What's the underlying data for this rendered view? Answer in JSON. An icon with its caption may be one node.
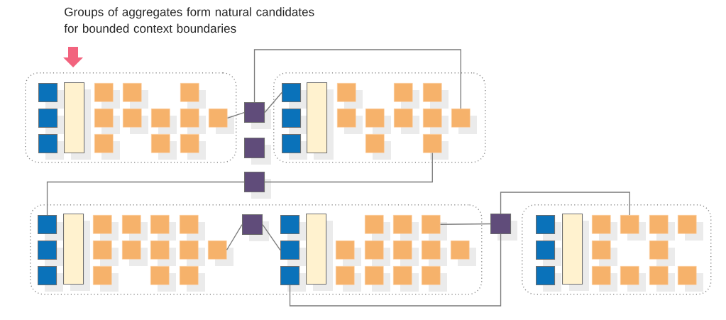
{
  "diagram": {
    "title": "Groups of aggregates form natural candidates for bounded context boundaries",
    "nodes": [
      {
        "text": [],
        "shape": "box"
      },
      {
        "text": [],
        "shape": "box",
        "in": 0
      },
      {
        "text": [],
        "shape": "box",
        "in": 0
      },
      {
        "text": [],
        "shape": "box",
        "in": 0
      },
      {
        "text": [],
        "shape": "box",
        "in": 0
      },
      {
        "text": [],
        "shape": "box",
        "in": 0
      },
      {
        "text": [],
        "shape": "box",
        "in": 0
      },
      {
        "text": [],
        "shape": "box",
        "in": 0
      },
      {
        "text": [],
        "shape": "box",
        "in": 0
      },
      {
        "text": [],
        "shape": "box",
        "in": 0
      },
      {
        "text": [],
        "shape": "box",
        "in": 0
      },
      {
        "text": [],
        "shape": "box",
        "in": 0
      },
      {
        "text": [],
        "shape": "box",
        "in": 0
      },
      {
        "text": [],
        "shape": "box",
        "in": 0
      },
      {
        "text": [],
        "shape": "box",
        "in": 0
      },
      {
        "text": [],
        "shape": "box",
        "in": 0
      },
      {
        "text": [],
        "shape": "box"
      },
      {
        "text": [],
        "shape": "box",
        "in": 16
      },
      {
        "text": [],
        "shape": "box",
        "in": 16
      },
      {
        "text": [],
        "shape": "box",
        "in": 16
      },
      {
        "text": [],
        "shape": "box",
        "in": 16
      },
      {
        "text": [],
        "shape": "box",
        "in": 16
      },
      {
        "text": [],
        "shape": "box",
        "in": 16
      },
      {
        "text": [],
        "shape": "box",
        "in": 16
      },
      {
        "text": [],
        "shape": "box",
        "in": 16
      },
      {
        "text": [],
        "shape": "box",
        "in": 16
      },
      {
        "text": [],
        "shape": "box",
        "in": 16
      },
      {
        "text": [],
        "shape": "box",
        "in": 16
      },
      {
        "text": [],
        "shape": "box",
        "in": 16
      },
      {
        "text": [],
        "shape": "box",
        "in": 16
      },
      {
        "text": [],
        "shape": "box",
        "in": 16
      },
      {
        "text": [],
        "shape": "box"
      },
      {
        "text": [],
        "shape": "box"
      },
      {
        "text": [],
        "shape": "box"
      },
      {
        "text": [],
        "shape": "box"
      },
      {
        "text": [],
        "shape": "box",
        "in": 34
      },
      {
        "text": [],
        "shape": "box",
        "in": 34
      },
      {
        "text": [],
        "shape": "box",
        "in": 34
      },
      {
        "text": [],
        "shape": "box",
        "in": 34
      },
      {
        "text": [],
        "shape": "box",
        "in": 34
      },
      {
        "text": [],
        "shape": "box",
        "in": 34
      },
      {
        "text": [],
        "shape": "box",
        "in": 34
      },
      {
        "text": [],
        "shape": "box",
        "in": 34
      },
      {
        "text": [],
        "shape": "box",
        "in": 34
      },
      {
        "text": [],
        "shape": "box",
        "in": 34
      },
      {
        "text": [],
        "shape": "box",
        "in": 34
      },
      {
        "text": [],
        "shape": "box",
        "in": 34
      },
      {
        "text": [],
        "shape": "box",
        "in": 34
      },
      {
        "text": [],
        "shape": "box",
        "in": 34
      },
      {
        "text": [],
        "shape": "box",
        "in": 34
      },
      {
        "text": [],
        "shape": "box",
        "in": 34
      },
      {
        "text": [],
        "shape": "box",
        "in": 34
      },
      {
        "text": [],
        "shape": "box",
        "in": 34
      },
      {
        "text": [],
        "shape": "box",
        "in": 34
      },
      {
        "text": [],
        "shape": "box",
        "in": 34
      },
      {
        "text": [],
        "shape": "box",
        "in": 34
      },
      {
        "text": [],
        "shape": "box",
        "in": 34
      },
      {
        "text": [],
        "shape": "box",
        "in": 34
      },
      {
        "text": [],
        "shape": "box",
        "in": 34
      },
      {
        "text": [],
        "shape": "box",
        "in": 34
      },
      {
        "text": [],
        "shape": "box",
        "in": 34
      },
      {
        "text": [],
        "shape": "box",
        "in": 34
      },
      {
        "text": [],
        "shape": "box",
        "in": 34
      },
      {
        "text": [],
        "shape": "box",
        "in": 34
      },
      {
        "text": [],
        "shape": "box",
        "in": 34
      },
      {
        "text": [],
        "shape": "box",
        "in": 34
      },
      {
        "text": [],
        "shape": "box",
        "in": 34
      },
      {
        "text": [],
        "shape": "box",
        "in": 34
      },
      {
        "text": [],
        "shape": "box"
      },
      {
        "text": [],
        "shape": "box"
      },
      {
        "text": [],
        "shape": "box",
        "in": 69
      },
      {
        "text": [],
        "shape": "box",
        "in": 69
      },
      {
        "text": [],
        "shape": "box",
        "in": 69
      },
      {
        "text": [],
        "shape": "box",
        "in": 69
      },
      {
        "text": [],
        "shape": "box",
        "in": 69
      },
      {
        "text": [],
        "shape": "box",
        "in": 69
      },
      {
        "text": [],
        "shape": "box",
        "in": 69
      },
      {
        "text": [],
        "shape": "box",
        "in": 69
      },
      {
        "text": [],
        "shape": "box",
        "in": 69
      },
      {
        "text": [],
        "shape": "box",
        "in": 69
      },
      {
        "text": [],
        "shape": "box",
        "in": 69
      },
      {
        "text": [],
        "shape": "box",
        "in": 69
      },
      {
        "text": [],
        "shape": "box",
        "in": 69
      },
      {
        "text": [],
        "shape": "box",
        "in": 69
      }
    ],
    "edges": [
      {
        "from": 12,
        "to": 31,
        "arrow": "none"
      },
      {
        "from": 31,
        "to": 28,
        "arrow": "none"
      },
      {
        "from": 31,
        "to": 17,
        "arrow": "none"
      },
      {
        "from": 30,
        "to": 33,
        "arrow": "none"
      },
      {
        "from": 33,
        "to": 35,
        "arrow": "none"
      },
      {
        "from": 47,
        "to": 51,
        "arrow": "none"
      },
      {
        "from": 51,
        "to": 53,
        "arrow": "none"
      },
      {
        "from": 58,
        "to": 68,
        "arrow": "none"
      },
      {
        "from": 54,
        "to": 68,
        "arrow": "none"
      },
      {
        "from": 68,
        "to": 75,
        "arrow": "none"
      }
    ]
  }
}
